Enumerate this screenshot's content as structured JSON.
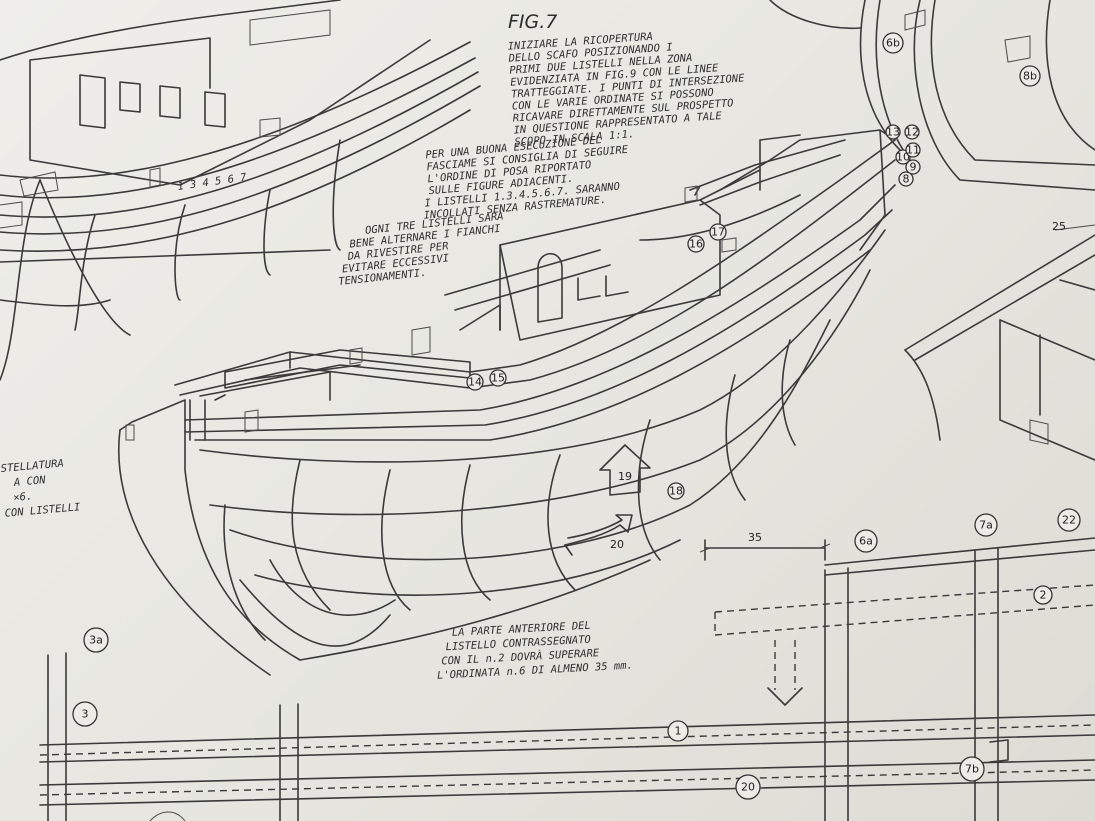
{
  "figure_title": "FIG.7",
  "top_note": [
    "INIZIARE LA RICOPERTURA",
    "DELLO SCAFO POSIZIONANDO I",
    "PRIMI DUE LISTELLI NELLA ZONA",
    "EVIDENZIATA IN FIG.9 CON LE LINEE",
    "TRATTEGGIATE. I PUNTI DI INTERSEZIONE",
    "CON LE VARIE ORDINATE SI POSSONO",
    "RICAVARE DIRETTAMENTE SUL PROSPETTO",
    "IN QUESTIONE RAPPRESENTATO A TALE",
    "SCOPO IN SCALA 1:1."
  ],
  "mid_note": [
    "PER UNA BUONA ESECUZIONE DEL",
    "FASCIAME SI CONSIGLIA DI SEGUIRE",
    "L'ORDINE DI POSA RIPORTATO",
    "SULLE FIGURE ADIACENTI.",
    "I LISTELLI 1.3.4.5.6.7. SARANNO",
    "INCOLLATI SENZA RASTREMATURE."
  ],
  "mid_note2": [
    "OGNI TRE LISTELLI SARÀ",
    "BENE ALTERNARE I FIANCHI",
    "DA RIVESTIRE PER",
    "EVITARE ECCESSIVI",
    "TENSIONAMENTI."
  ],
  "left_note": [
    "STELLATURA",
    "A CON",
    "×6.",
    "CON LISTELLI"
  ],
  "bottom_note": [
    "LA PARTE ANTERIORE DEL",
    "LISTELLO CONTRASSEGNATO",
    "CON IL n.2 DOVRÀ SUPERARE",
    "L'ORDINATA n.6 DI ALMENO 35 mm."
  ],
  "dimension_35": "35",
  "dimension_25": "25",
  "left_hull_sequence": "1 3 4 5 6 7",
  "tags": {
    "t13": "13",
    "t12": "12",
    "t10": "10",
    "t11": "11",
    "t9": "9",
    "t8": "8",
    "t17": "17",
    "t16": "16",
    "t14": "14",
    "t15": "15",
    "t18": "18",
    "t19": "19",
    "t20": "20",
    "t6b": "6b",
    "t8b": "8b",
    "t6a": "6a",
    "t7a": "7a",
    "t22": "22",
    "t2": "2",
    "t3a": "3a",
    "t3": "3",
    "t1": "1",
    "t20b": "20",
    "t7b": "7b"
  }
}
